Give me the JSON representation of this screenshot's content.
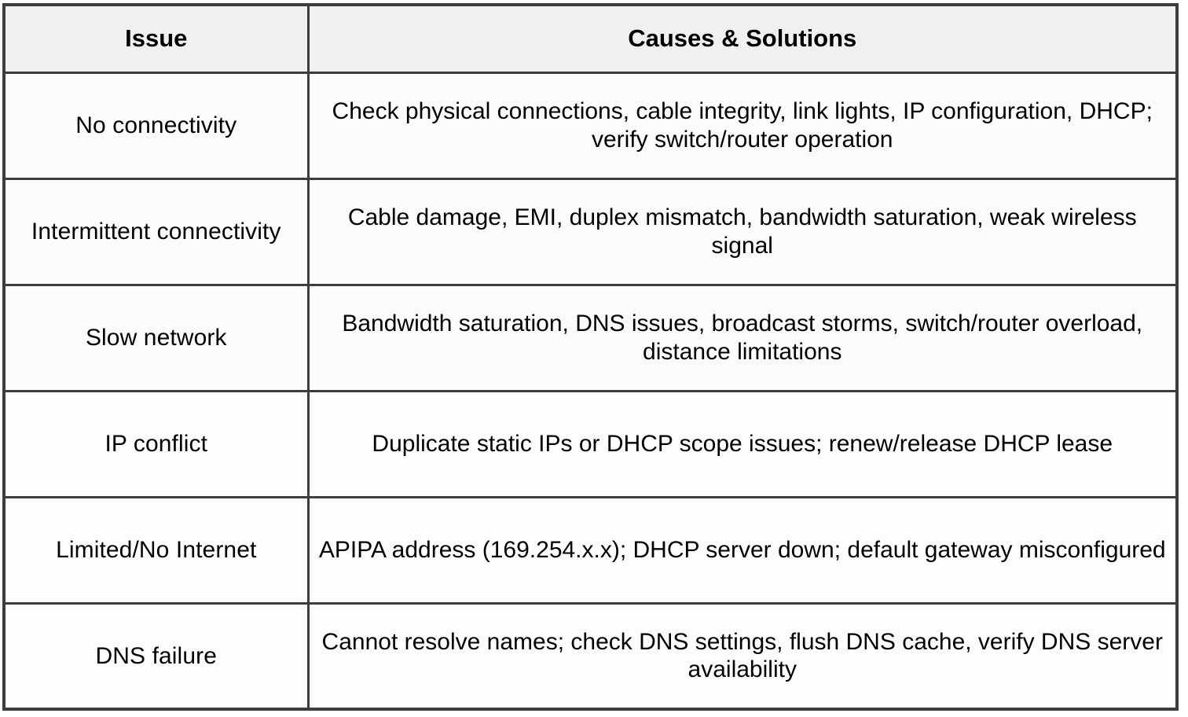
{
  "table": {
    "columns": [
      {
        "key": "issue",
        "label": "Issue"
      },
      {
        "key": "causes",
        "label": "Causes & Solutions"
      }
    ],
    "rows": [
      {
        "issue": "No connectivity",
        "causes": "Check physical connections, cable integrity, link lights, IP configuration, DHCP; verify switch/router operation"
      },
      {
        "issue": "Intermittent connectivity",
        "causes": "Cable damage, EMI, duplex mismatch, bandwidth saturation, weak wireless signal"
      },
      {
        "issue": "Slow network",
        "causes": "Bandwidth saturation, DNS issues, broadcast storms, switch/router overload, distance limitations"
      },
      {
        "issue": "IP conflict",
        "causes": "Duplicate static IPs or DHCP scope issues; renew/release DHCP lease"
      },
      {
        "issue": "Limited/No Internet",
        "causes": "APIPA address (169.254.x.x); DHCP server down; default gateway misconfigured"
      },
      {
        "issue": "DNS failure",
        "causes": "Cannot resolve names; check DNS settings, flush DNS cache, verify DNS server availability"
      }
    ]
  },
  "colors": {
    "border": "#3d3d3d",
    "header_background": "#f0f0f0",
    "body_background": "#fbfbfb",
    "text": "#000000",
    "page_background": "#ffffff"
  }
}
